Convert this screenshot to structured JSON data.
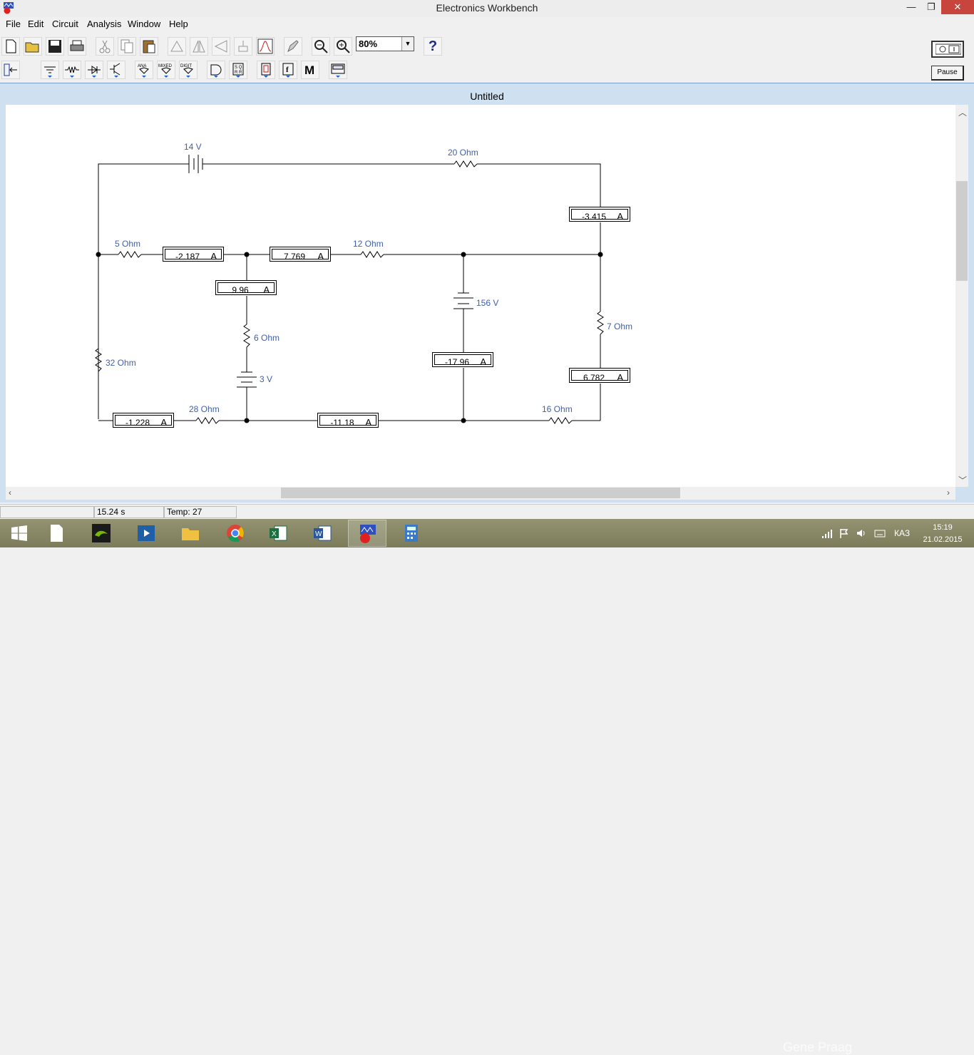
{
  "window": {
    "title": "Electronics Workbench",
    "minimize": "—",
    "restore": "❐",
    "close": "✕"
  },
  "menu": [
    "File",
    "Edit",
    "Circuit",
    "Analysis",
    "Window",
    "Help"
  ],
  "toolbar": {
    "zoom_value": "80%",
    "help": "?",
    "pause_label": "Pause"
  },
  "document": {
    "title": "Untitled"
  },
  "circuit": {
    "labels": {
      "battery_top": "14 V",
      "r_top": "20 Ohm",
      "r_5": "5 Ohm",
      "r_12": "12 Ohm",
      "r_6": "6 Ohm",
      "r_7": "7 Ohm",
      "r_32": "32 Ohm",
      "r_28": "28 Ohm",
      "r_16": "16 Ohm",
      "battery_156": "156 V",
      "battery_3": "3 V"
    },
    "ammeters": [
      {
        "value": "-3.415",
        "unit": "A"
      },
      {
        "value": "-2.187",
        "unit": "A"
      },
      {
        "value": "7.769",
        "unit": "A"
      },
      {
        "value": "9.96",
        "unit": "A"
      },
      {
        "value": "-17.96",
        "unit": "A"
      },
      {
        "value": "6.782",
        "unit": "A"
      },
      {
        "value": "-1.228",
        "unit": "A"
      },
      {
        "value": "-11.18",
        "unit": "A"
      }
    ]
  },
  "status": {
    "time": "15.24 s",
    "temp": "Temp:  27"
  },
  "taskbar": {
    "lang": "КАЗ",
    "clock_time": "15:19",
    "clock_date": "21.02.2015",
    "watermark": "Gene Praag"
  },
  "colors": {
    "wire": "#000000",
    "label": "#4060a8",
    "title_bg": "#cfe0f0"
  }
}
